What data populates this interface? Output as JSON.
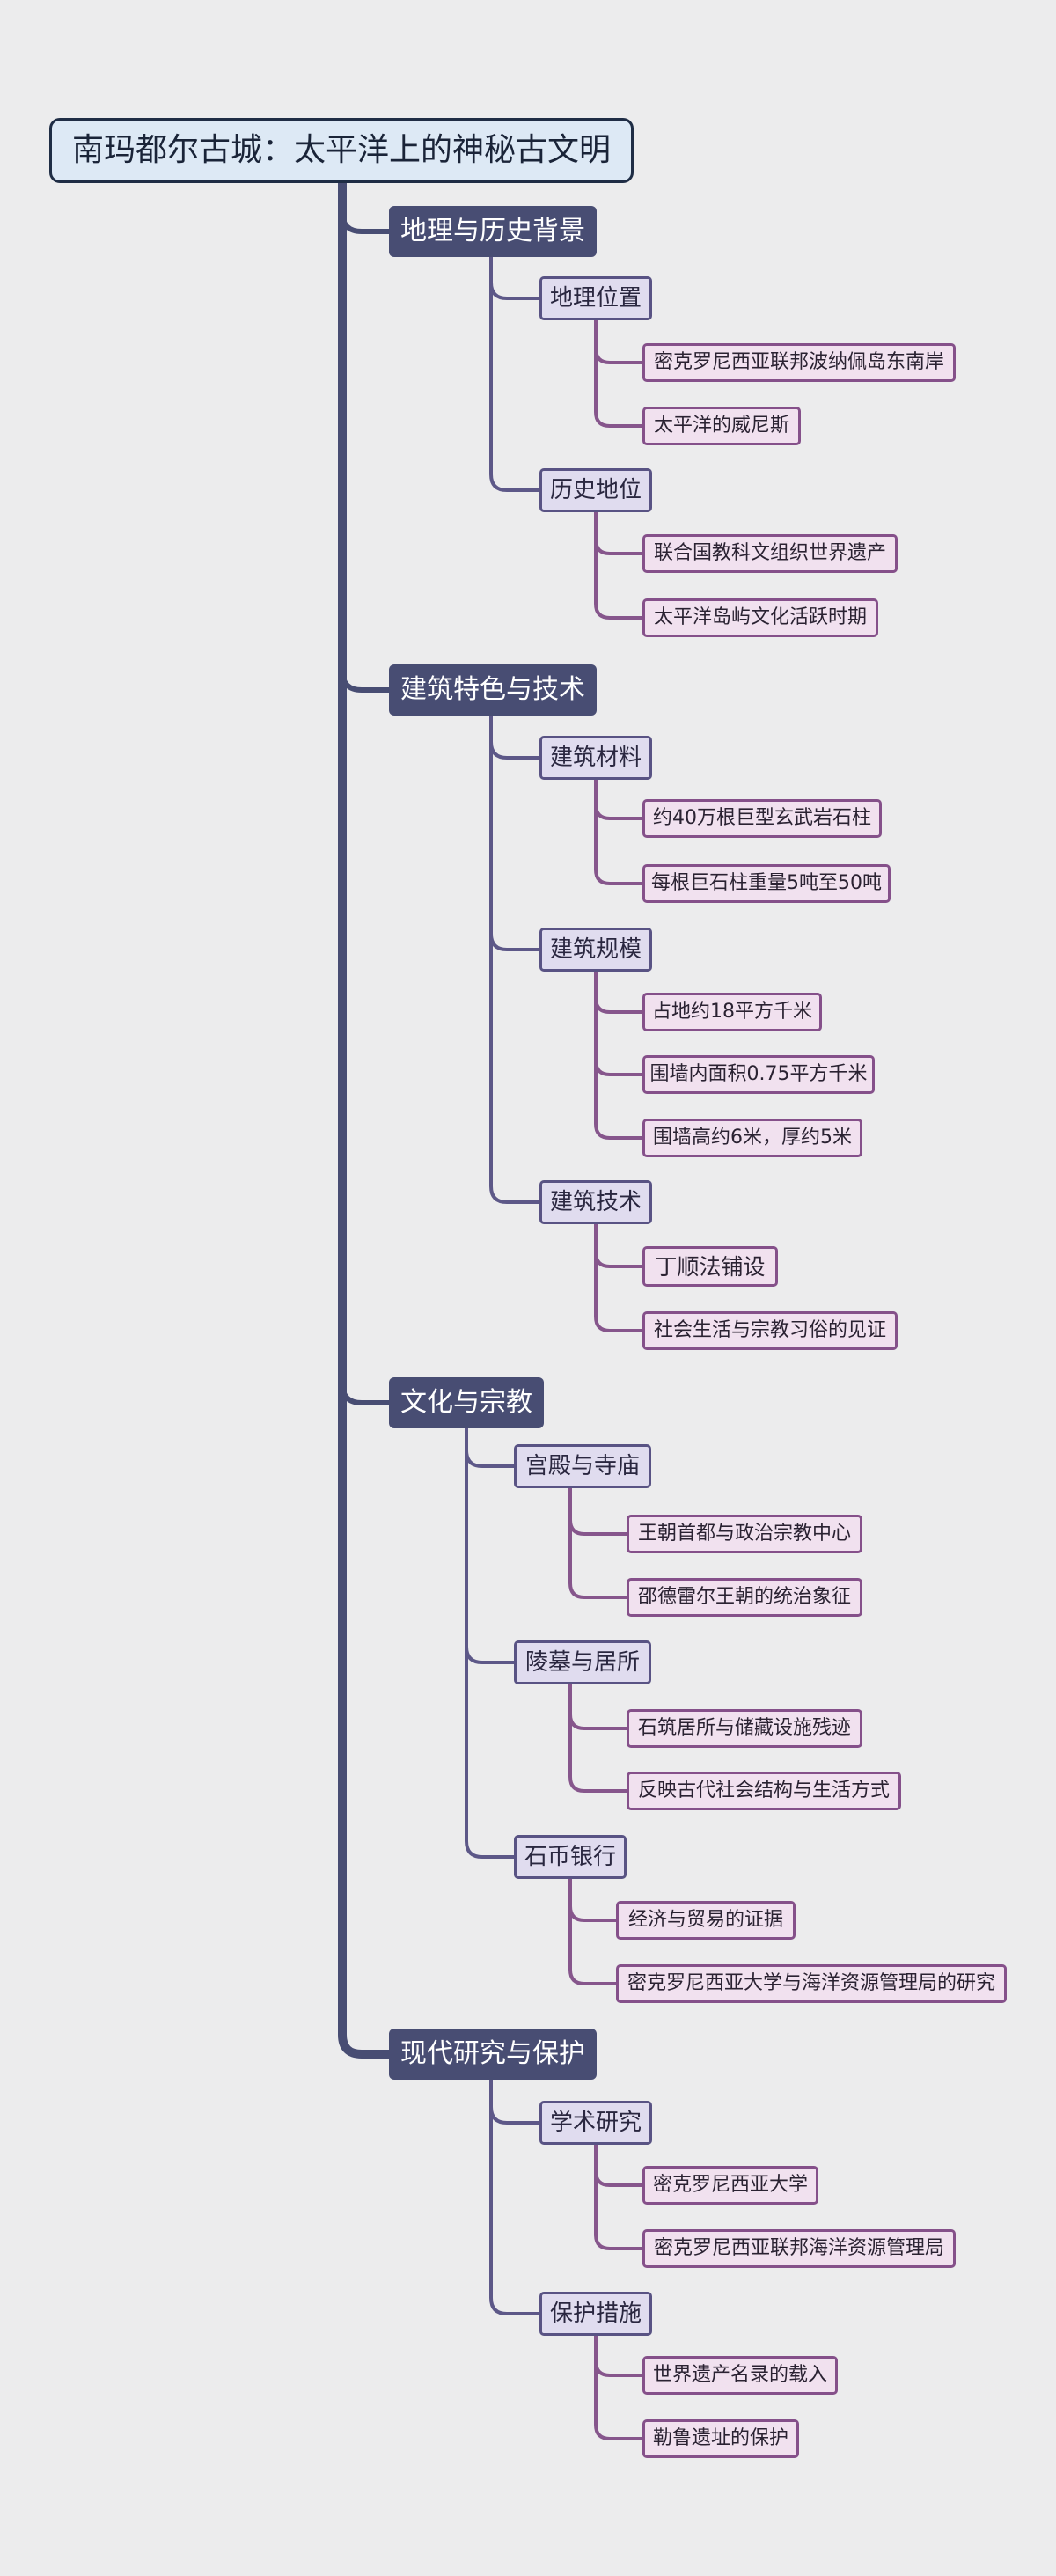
{
  "root": "南玛都尔古城：太平洋上的神秘古文明",
  "branches": [
    {
      "label": "地理与历史背景",
      "children": [
        {
          "label": "地理位置",
          "leaves": [
            "密克罗尼西亚联邦波纳佩岛东南岸",
            "太平洋的威尼斯"
          ]
        },
        {
          "label": "历史地位",
          "leaves": [
            "联合国教科文组织世界遗产",
            "太平洋岛屿文化活跃时期"
          ]
        }
      ]
    },
    {
      "label": "建筑特色与技术",
      "children": [
        {
          "label": "建筑材料",
          "leaves": [
            "约40万根巨型玄武岩石柱",
            "每根巨石柱重量5吨至50吨"
          ]
        },
        {
          "label": "建筑规模",
          "leaves": [
            "占地约18平方千米",
            "围墙内面积0.75平方千米",
            "围墙高约6米，厚约5米"
          ]
        },
        {
          "label": "建筑技术",
          "leaves": [
            "丁顺法铺设",
            "社会生活与宗教习俗的见证"
          ]
        }
      ]
    },
    {
      "label": "文化与宗教",
      "children": [
        {
          "label": "宫殿与寺庙",
          "leaves": [
            "王朝首都与政治宗教中心",
            "邵德雷尔王朝的统治象征"
          ]
        },
        {
          "label": "陵墓与居所",
          "leaves": [
            "石筑居所与储藏设施残迹",
            "反映古代社会结构与生活方式"
          ]
        },
        {
          "label": "石币银行",
          "leaves": [
            "经济与贸易的证据",
            "密克罗尼西亚大学与海洋资源管理局的研究"
          ]
        }
      ]
    },
    {
      "label": "现代研究与保护",
      "children": [
        {
          "label": "学术研究",
          "leaves": [
            "密克罗尼西亚大学",
            "密克罗尼西亚联邦海洋资源管理局"
          ]
        },
        {
          "label": "保护措施",
          "leaves": [
            "世界遗产名录的载入",
            "勒鲁遗址的保护"
          ]
        }
      ]
    }
  ]
}
